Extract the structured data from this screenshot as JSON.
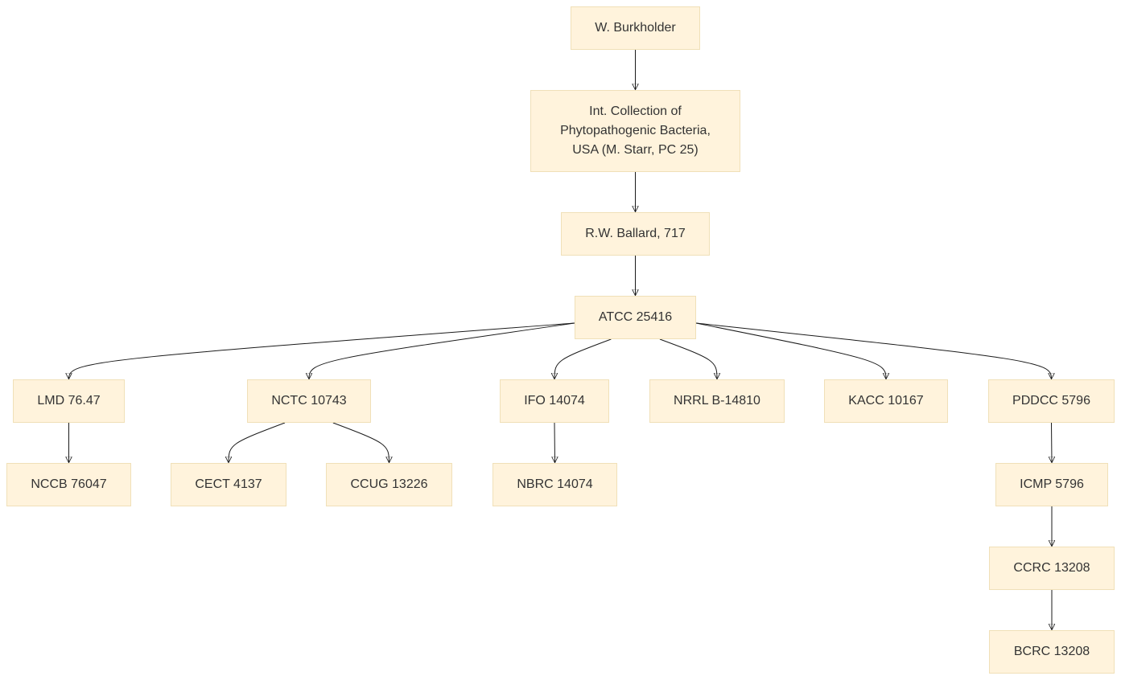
{
  "nodes": {
    "burkholder": "W. Burkholder",
    "icpb_line1": "Int. Collection of",
    "icpb_line2": "Phytopathogenic Bacteria,",
    "icpb_line3": "USA (M. Starr, PC 25)",
    "ballard": "R.W. Ballard, 717",
    "atcc": "ATCC 25416",
    "lmd": "LMD 76.47",
    "nctc": "NCTC 10743",
    "ifo": "IFO 14074",
    "nrrl": "NRRL B-14810",
    "kacc": "KACC 10167",
    "pddcc": "PDDCC 5796",
    "nccb": "NCCB 76047",
    "cect": "CECT 4137",
    "ccug": "CCUG 13226",
    "nbrc": "NBRC 14074",
    "icmp": "ICMP 5796",
    "ccrc": "CCRC 13208",
    "bcrc": "BCRC 13208"
  },
  "edges": [
    [
      "burkholder",
      "icpb"
    ],
    [
      "icpb",
      "ballard"
    ],
    [
      "ballard",
      "atcc"
    ],
    [
      "atcc",
      "lmd"
    ],
    [
      "atcc",
      "nctc"
    ],
    [
      "atcc",
      "ifo"
    ],
    [
      "atcc",
      "nrrl"
    ],
    [
      "atcc",
      "kacc"
    ],
    [
      "atcc",
      "pddcc"
    ],
    [
      "lmd",
      "nccb"
    ],
    [
      "nctc",
      "cect"
    ],
    [
      "nctc",
      "ccug"
    ],
    [
      "ifo",
      "nbrc"
    ],
    [
      "pddcc",
      "icmp"
    ],
    [
      "icmp",
      "ccrc"
    ],
    [
      "ccrc",
      "bcrc"
    ]
  ]
}
